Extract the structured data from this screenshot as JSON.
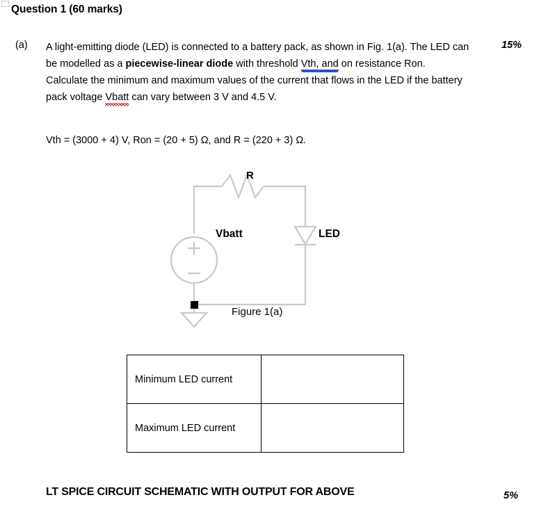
{
  "document": {
    "heading": "Question 1 (60 marks)",
    "part": {
      "label": "(a)",
      "marks": "15%",
      "text_before_bold": "A light-emitting diode (LED) is connected to a battery pack, as shown in Fig. 1(a). The LED can be modelled as a ",
      "bold_phrase": "piecewise-linear diode",
      "text_after_bold": " with threshold ",
      "grammar_flagged": "Vth,  and",
      "text_mid": " on resistance Ron. Calculate the minimum and maximum values of the current that flows in the LED if the battery pack voltage ",
      "spell_flagged": "Vbatt",
      "text_end": " can vary between 3 V and 4.5 V."
    },
    "formula_line": "Vth = (3000 + 4) V, Ron = (20 + 5) Ω, and R = (220 + 3) Ω.",
    "figure": {
      "caption": "Figure 1(a)",
      "resistor_label": "R",
      "source_label": "Vbatt",
      "diode_label": "LED",
      "source_plus": "+",
      "source_minus": "−",
      "wire_color": "#c9c9c9",
      "node_color": "#000000"
    },
    "answer_table": {
      "rows": [
        {
          "label": "Minimum LED current",
          "value": ""
        },
        {
          "label": "Maximum LED current",
          "value": ""
        }
      ]
    },
    "footer": {
      "text": "LT SPICE CIRCUIT SCHEMATIC WITH OUTPUT FOR ABOVE",
      "marks": "5%"
    }
  }
}
